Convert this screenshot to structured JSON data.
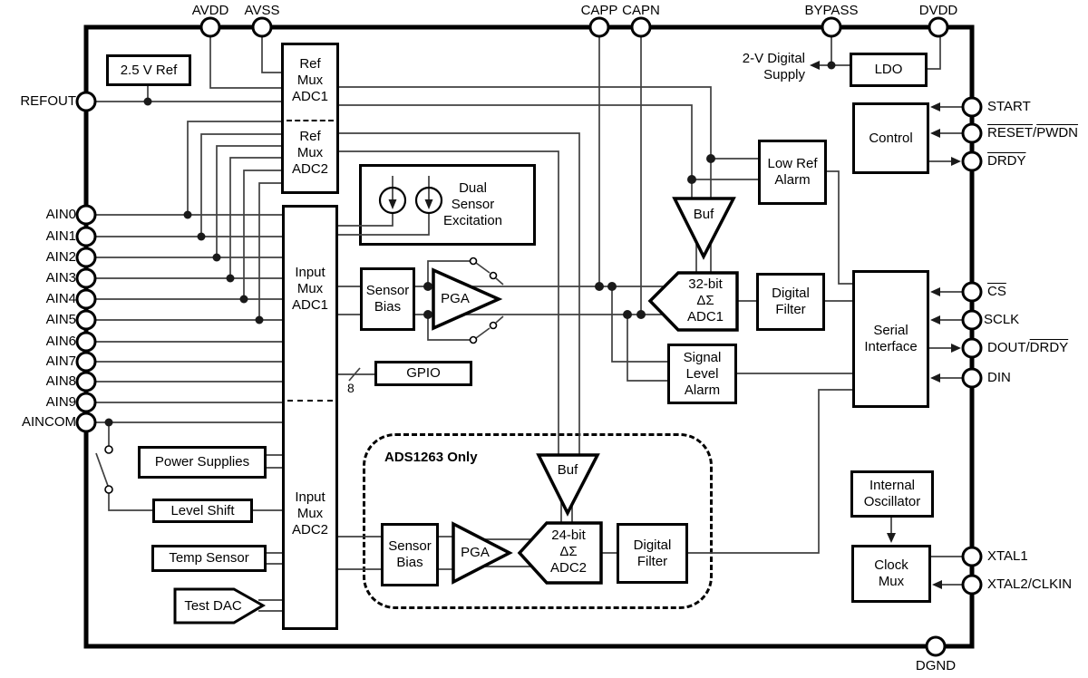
{
  "pins": {
    "top": [
      "AVDD",
      "AVSS",
      "CAPP",
      "CAPN",
      "BYPASS",
      "DVDD"
    ],
    "left": [
      "REFOUT",
      "AIN0",
      "AIN1",
      "AIN2",
      "AIN3",
      "AIN4",
      "AIN5",
      "AIN6",
      "AIN7",
      "AIN8",
      "AIN9",
      "AINCOM"
    ],
    "bottom": [
      "DGND"
    ],
    "right": {
      "start": "START",
      "reset": {
        "a": "RESET",
        "sep": "/",
        "b": "PWDN"
      },
      "drdy": "DRDY",
      "cs": "CS",
      "sclk": "SCLK",
      "dout": {
        "a": "DOUT/",
        "b": "DRDY"
      },
      "din": "DIN",
      "xtal1": "XTAL1",
      "xtal2": "XTAL2/CLKIN"
    }
  },
  "blocks": {
    "vref": "2.5 V Ref",
    "ref_mux_adc1": "Ref\nMux\nADC1",
    "ref_mux_adc2": "Ref\nMux\nADC2",
    "dual_sensor_excitation": "Dual\nSensor\nExcitation",
    "input_mux_adc1": "Input\nMux\nADC1",
    "input_mux_adc2": "Input\nMux\nADC2",
    "sensor_bias_1": "Sensor\nBias",
    "pga_1": "PGA",
    "gpio": "GPIO",
    "gpio_bus_width": "8",
    "power_supplies": "Power Supplies",
    "level_shift": "Level Shift",
    "temp_sensor": "Temp Sensor",
    "test_dac": "Test DAC",
    "buf_1": "Buf",
    "adc1": "32-bit\nΔΣ\nADC1",
    "digital_filter_1": "Digital\nFilter",
    "low_ref_alarm": "Low Ref\nAlarm",
    "signal_level_alarm": "Signal\nLevel\nAlarm",
    "serial_interface": "Serial\nInterface",
    "control": "Control",
    "ldo": "LDO",
    "digital_supply": "2-V Digital\nSupply",
    "internal_oscillator": "Internal\nOscillator",
    "clock_mux": "Clock\nMux",
    "ads1263_group": "ADS1263 Only",
    "sensor_bias_2": "Sensor\nBias",
    "pga_2": "PGA",
    "buf_2": "Buf",
    "adc2": "24-bit\nΔΣ\nADC2",
    "digital_filter_2": "Digital\nFilter"
  }
}
